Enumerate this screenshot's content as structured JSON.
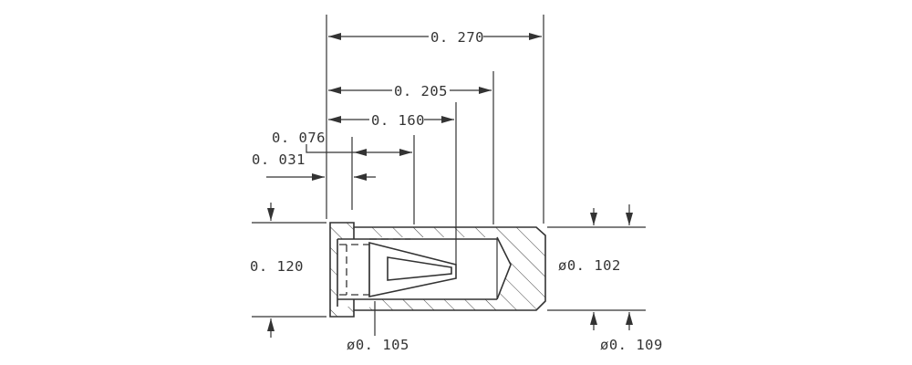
{
  "dimensions": {
    "overall_length": "0. 270",
    "length_205": "0. 205",
    "length_160": "0. 160",
    "length_076": "0. 076",
    "length_031": "0. 031",
    "height_120": "0. 120",
    "dia_102": "ø0. 102",
    "dia_105": "ø0. 105",
    "dia_109": "ø0. 109"
  }
}
